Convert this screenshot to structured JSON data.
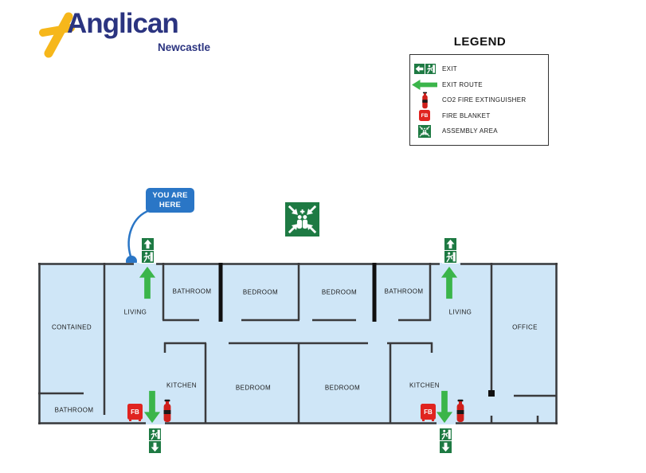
{
  "logo": {
    "brand": "Anglican",
    "city": "Newcastle"
  },
  "legend": {
    "title": "LEGEND",
    "items": [
      {
        "icon": "exit-sign-icon",
        "label": "EXIT"
      },
      {
        "icon": "exit-route-arrow-icon",
        "label": "EXIT ROUTE"
      },
      {
        "icon": "co2-fire-extinguisher-icon",
        "label": "CO2 FIRE EXTINGUISHER"
      },
      {
        "icon": "fire-blanket-icon",
        "label": "FIRE BLANKET"
      },
      {
        "icon": "assembly-area-icon",
        "label": "ASSEMBLY AREA"
      }
    ]
  },
  "you_are_here": {
    "line1": "YOU ARE",
    "line2": "HERE"
  },
  "fire_blanket_label": "FB",
  "floor_plan": {
    "rooms": [
      "CONTAINED",
      "LIVING",
      "BATHROOM",
      "BEDROOM",
      "BEDROOM",
      "BATHROOM",
      "LIVING",
      "OFFICE",
      "KITCHEN",
      "BEDROOM",
      "BEDROOM",
      "KITCHEN",
      "BATHROOM"
    ],
    "exit_positions": [
      "top-left",
      "top-right",
      "bottom-left",
      "bottom-right"
    ],
    "assembly_area_position": "center-above-plan"
  },
  "colors": {
    "floor_fill": "#cfe6f7",
    "wall": "#3a3a3c",
    "exit_sign_green": "#1e7a43",
    "route_arrow_green": "#3bb54a",
    "safety_red": "#e02420",
    "you_are_here_blue": "#2a76c6",
    "brand_navy": "#2b3480",
    "brand_yellow": "#f6b71b"
  }
}
